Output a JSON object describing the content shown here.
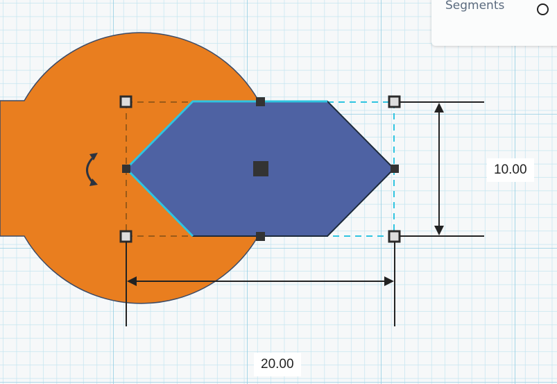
{
  "properties_panel": {
    "segments_label": "Segments"
  },
  "dimensions": {
    "height": "10.00",
    "width": "20.00"
  },
  "colors": {
    "base_shape": "#e97e1f",
    "selected_shape": "#4e62a3",
    "outline": "#2fc4e0",
    "grid_minor": "#bfe3ef",
    "grid_major": "#93cde2"
  }
}
